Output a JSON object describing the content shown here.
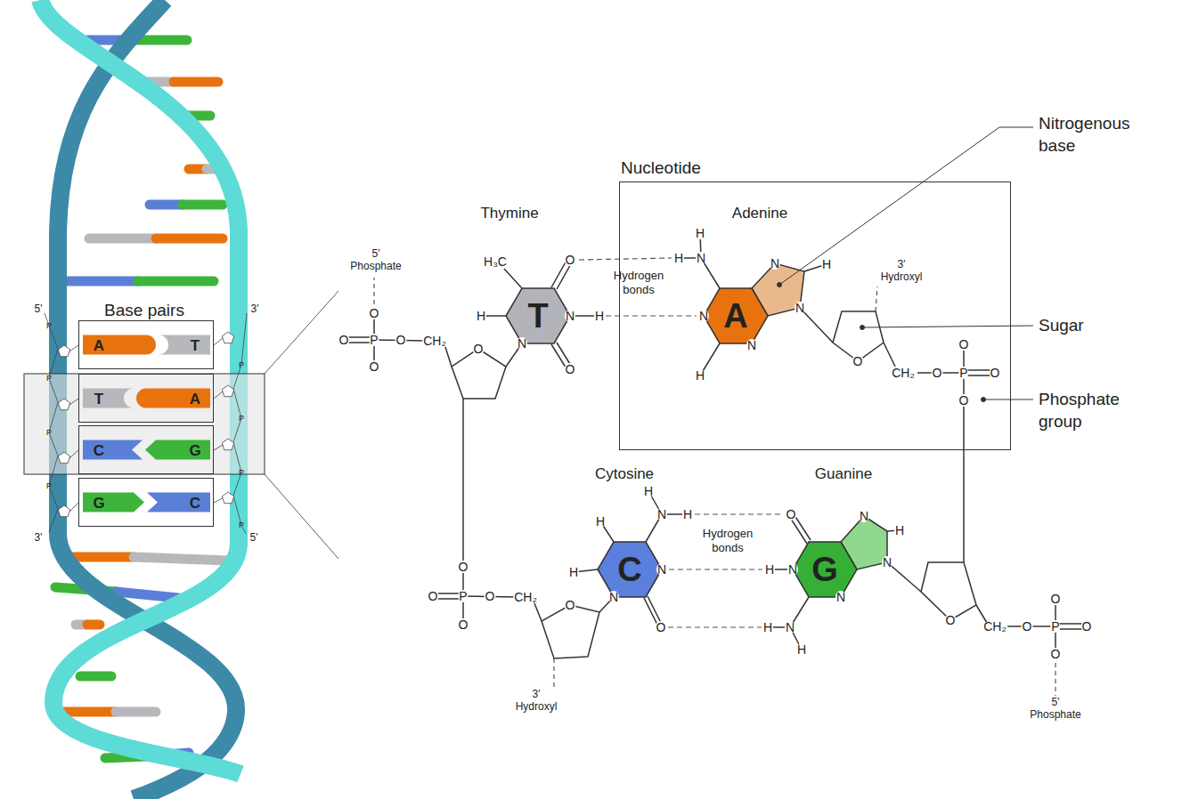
{
  "diagram": {
    "nodes": [
      {
        "text": [
          "A",
          "T"
        ]
      },
      {
        "text": [
          "T",
          "A"
        ]
      },
      {
        "text": [
          "C",
          "G"
        ]
      },
      {
        "text": [
          "G",
          "C"
        ]
      },
      {
        "text": [
          "Nucleotide"
        ]
      }
    ],
    "labels": [
      "Base pairs",
      "5'",
      "3'",
      "3'",
      "5'",
      "P",
      "P",
      "P",
      "P",
      "P",
      "P",
      "P",
      "P",
      "5' Phosphate",
      "O",
      "O",
      "P",
      "O",
      "CH₂",
      "O",
      "Thymine",
      "H₃C",
      "O",
      "H",
      "T",
      "N",
      "H",
      "N",
      "O",
      "Hydrogen bonds",
      "O",
      "Adenine",
      "H",
      "H",
      "N",
      "N",
      "A",
      "N",
      "H",
      "N",
      "N",
      "H",
      "3' Hydroxyl",
      "O",
      "CH₂",
      "O",
      "P",
      "O",
      "O",
      "O",
      "Nitrogenous base",
      "Sugar",
      "Phosphate group",
      "Cytosine",
      "H",
      "N",
      "H",
      "H",
      "H",
      "C",
      "N",
      "N",
      "O",
      "Hydrogen bonds",
      "Guanine",
      "O",
      "N",
      "H",
      "H",
      "N",
      "G",
      "N",
      "N",
      "H",
      "N",
      "H",
      "O",
      "O",
      "P",
      "O",
      "CH₂",
      "O",
      "O",
      "3' Hydroxyl",
      "O",
      "CH₂",
      "O",
      "P",
      "O",
      "O",
      "O",
      "5' Phosphate"
    ]
  }
}
